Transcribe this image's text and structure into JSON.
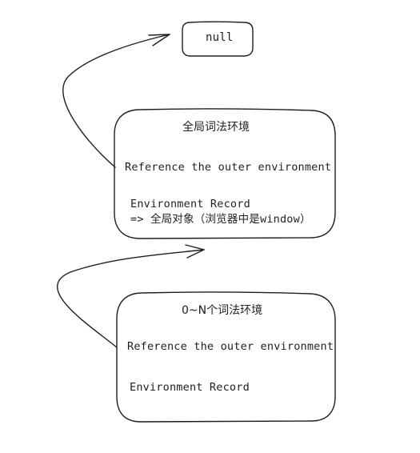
{
  "null_box": {
    "label": "null"
  },
  "global_env": {
    "title": "全局词法环境",
    "outer_ref": "Reference the outer environment",
    "record_label": "Environment Record",
    "record_value": "=> 全局对象（浏览器中是window）"
  },
  "local_env": {
    "title": "0~N个词法环境",
    "outer_ref": "Reference the outer environment",
    "record_label": "Environment Record"
  },
  "colors": {
    "stroke": "#1e1e1e",
    "background": "#ffffff"
  }
}
